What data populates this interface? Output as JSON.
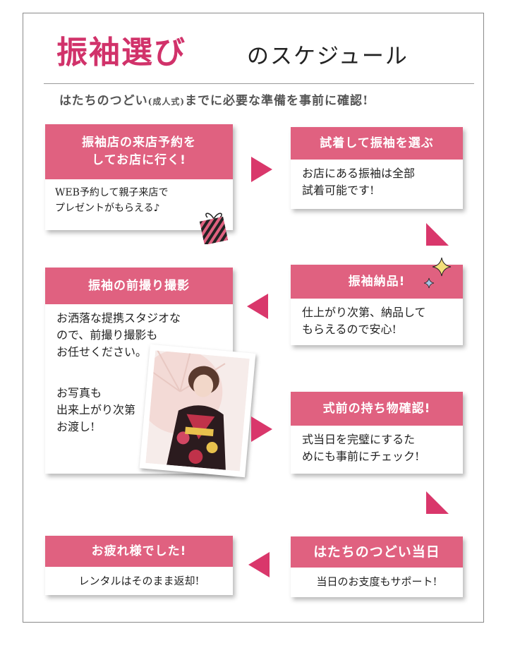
{
  "title": {
    "main": "振袖選び",
    "sub": "のスケジュール"
  },
  "subtitle": {
    "before": "はたちのつどい",
    "paren": "(成人式)",
    "after": "までに必要な準備を事前に確認!"
  },
  "steps": [
    {
      "head_line1": "振袖店の来店予約を",
      "head_line2": "してお店に行く!",
      "body_line1": "WEB予約して親子来店で",
      "body_line2": "プレゼントがもらえる♪"
    },
    {
      "head": "試着して振袖を選ぶ",
      "body_line1": "お店にある振袖は全部",
      "body_line2": "試着可能です!"
    },
    {
      "head": "振袖納品!",
      "body_line1": "仕上がり次第、納品して",
      "body_line2": "もらえるので安心!"
    },
    {
      "head": "振袖の前撮り撮影",
      "body_line1": "お洒落な提携スタジオな",
      "body_line2": "ので、前撮り撮影も",
      "body_line3": "お任せください。",
      "body_line4": "お写真も",
      "body_line5": "出来上がり次第",
      "body_line6": "お渡し!"
    },
    {
      "head": "式前の持ち物確認!",
      "body_line1": "式当日を完璧にするた",
      "body_line2": "めにも事前にチェック!"
    },
    {
      "head": "はたちのつどい当日",
      "body": "当日のお支度もサポート!"
    },
    {
      "head": "お疲れ様でした!",
      "body": "レンタルはそのまま返却!"
    }
  ],
  "colors": {
    "accent": "#e06180",
    "title": "#d1326a",
    "arrow": "#d9376b"
  },
  "icons": [
    "gift-icon",
    "sparkle-icon",
    "arrow-icon",
    "kimono-photo"
  ]
}
